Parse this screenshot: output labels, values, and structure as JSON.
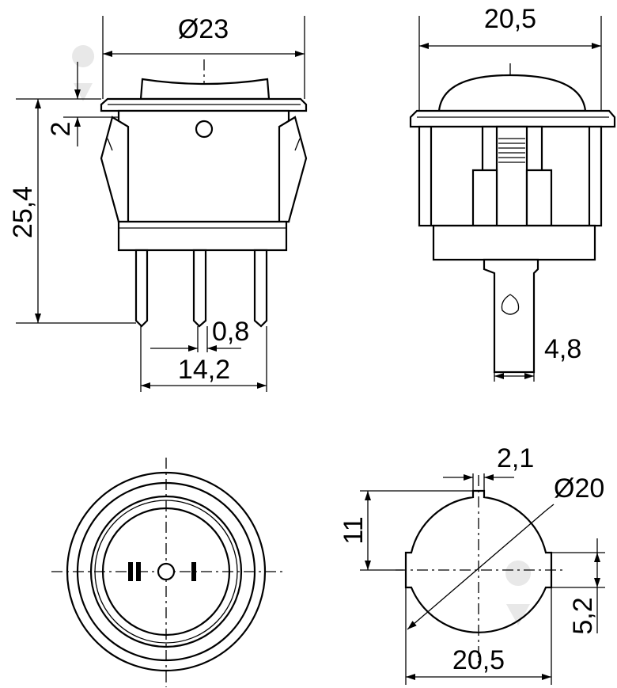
{
  "dimensions": {
    "top_left_diameter": "Ø23",
    "top_left_flange_height": "2",
    "top_left_total_height": "25,4",
    "top_left_pin_width": "0,8",
    "top_left_pin_spacing": "14,2",
    "top_right_width": "20,5",
    "top_right_terminal_width": "4,8",
    "bottom_right_notch_width": "2,1",
    "bottom_right_diameter": "Ø20",
    "bottom_right_notch_offset": "11",
    "bottom_right_flat_height": "5,2",
    "bottom_right_width": "20,5"
  },
  "switch_symbols": [
    "II",
    "O",
    "I"
  ],
  "colors": {
    "line": "#000000",
    "background": "#ffffff",
    "watermark": "#d8d8d8"
  }
}
